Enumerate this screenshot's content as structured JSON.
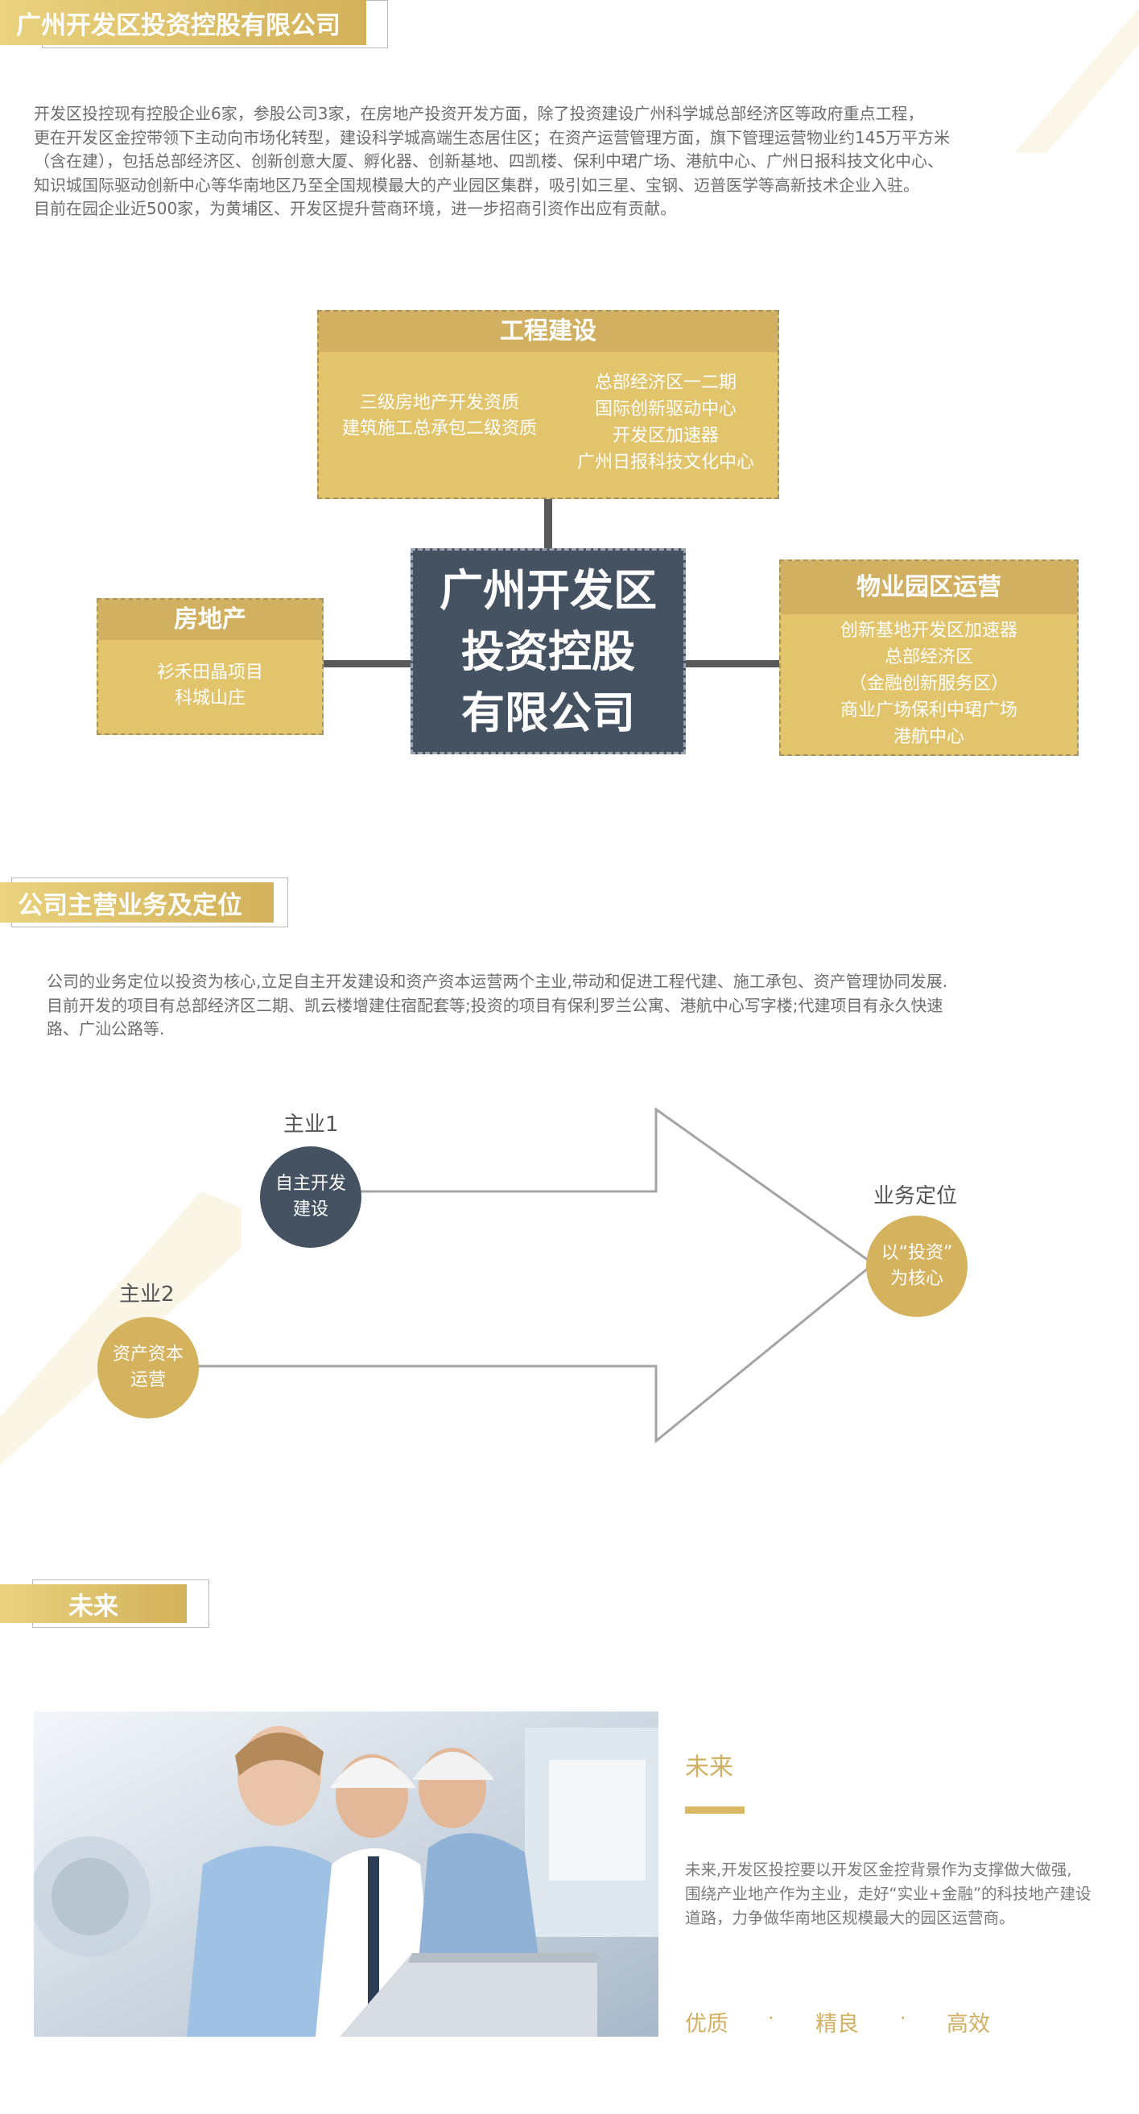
{
  "header1": {
    "title": "广州开发区投资控股有限公司"
  },
  "intro": {
    "lines": [
      "开发区投控现有控股企业6家，参股公司3家，在房地产投资开发方面，除了投资建设广州科学城总部经济区等政府重点工程，",
      "更在开发区金控带领下主动向市场化转型，建设科学城高端生态居住区；在资产运营管理方面，旗下管理运营物业约145万平方米",
      "（含在建），包括总部经济区、创新创意大厦、孵化器、创新基地、四凯楼、保利中珺广场、港航中心、广州日报科技文化中心、",
      "知识城国际驱动创新中心等华南地区乃至全国规模最大的产业园区集群，吸引如三星、宝钢、迈普医学等高新技术企业入驻。",
      "目前在园企业近500家，为黄埔区、开发区提升营商环境，进一步招商引资作出应有贡献。"
    ]
  },
  "org": {
    "center_lines": [
      "广州开发区",
      "投资控股",
      "有限公司"
    ],
    "engineering": {
      "title": "工程建设",
      "left": [
        "三级房地产开发资质",
        "建筑施工总承包二级资质"
      ],
      "right": [
        "总部经济区一二期",
        "国际创新驱动中心",
        "开发区加速器",
        "广州日报科技文化中心"
      ]
    },
    "realestate": {
      "title": "房地产",
      "lines": [
        "衫禾田晶项目",
        "科城山庄"
      ]
    },
    "property": {
      "title": "物业园区运营",
      "lines": [
        "创新基地开发区加速器",
        "总部经济区",
        "（金融创新服务区）",
        "商业广场保利中珺广场",
        "港航中心"
      ]
    }
  },
  "header2": {
    "title": "公司主营业务及定位"
  },
  "business": {
    "lines": [
      "公司的业务定位以投资为核心,立足自主开发建设和资产资本运营两个主业,带动和促进工程代建、施工承包、资产管理协同发展.",
      "目前开发的项目有总部经济区二期、凯云楼增建住宿配套等;投资的项目有保利罗兰公寓、港航中心写字楼;代建项目有永久快速",
      "路、广汕公路等."
    ]
  },
  "diagram": {
    "main1_label": "主业1",
    "main1_lines": [
      "自主开发",
      "建设"
    ],
    "main2_label": "主业2",
    "main2_lines": [
      "资产资本",
      "运营"
    ],
    "position_label": "业务定位",
    "position_lines": [
      "以“投资”",
      "为核心"
    ]
  },
  "header3": {
    "title": "未来"
  },
  "future": {
    "title": "未来",
    "lines": [
      "未来,开发区投控要以开发区金控背景作为支撑做大做强,",
      "围绕产业地产作为主业，走好“实业+金融”的科技地产建设",
      "道路，力争做华南地区规模最大的园区运营商。"
    ],
    "keywords": [
      "优质",
      "精良",
      "高效"
    ],
    "separator": "·"
  },
  "colors": {
    "gold": "#d2b062",
    "gold_light": "#e1c46b",
    "navy": "#445262",
    "gray_text": "#6d6d6d"
  }
}
